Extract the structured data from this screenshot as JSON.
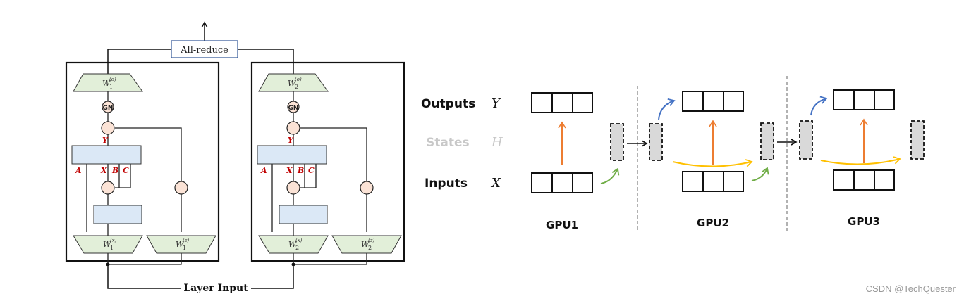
{
  "left_diagram": {
    "allreduce_label": "All-reduce",
    "layer_input_label": "Layer Input",
    "gn_label": "GN",
    "signal_labels": {
      "y": "Y",
      "a": "A",
      "x": "X",
      "b": "B",
      "c": "C"
    },
    "blocks": [
      {
        "w_o": {
          "base": "W",
          "sub": "1",
          "sup": "(o)"
        },
        "w_x": {
          "base": "W",
          "sub": "1",
          "sup": "(x)"
        },
        "w_z": {
          "base": "W",
          "sub": "1",
          "sup": "(z)"
        }
      },
      {
        "w_o": {
          "base": "W",
          "sub": "2",
          "sup": "(o)"
        },
        "w_x": {
          "base": "W",
          "sub": "2",
          "sup": "(x)"
        },
        "w_z": {
          "base": "W",
          "sub": "2",
          "sup": "(z)"
        }
      }
    ],
    "colors": {
      "weight_fill": "#e2efd9",
      "ssm_fill": "#dbe8f6",
      "node_fill": "#fbe3d6",
      "signal_label": "#c00000"
    }
  },
  "right_diagram": {
    "rows": [
      {
        "name": "Outputs",
        "var": "Y",
        "color": "#111111"
      },
      {
        "name": "States",
        "var": "H",
        "color": "#c8c8c8"
      },
      {
        "name": "Inputs",
        "var": "X",
        "color": "#111111"
      }
    ],
    "gpus": [
      "GPU1",
      "GPU2",
      "GPU3"
    ],
    "colors": {
      "orange": "#ed7d31",
      "green": "#70ad47",
      "blue": "#4472c4",
      "yellow": "#ffc000",
      "state_fill": "#d9d9d9",
      "divider": "#999999"
    }
  },
  "watermark": "CSDN @TechQuester"
}
